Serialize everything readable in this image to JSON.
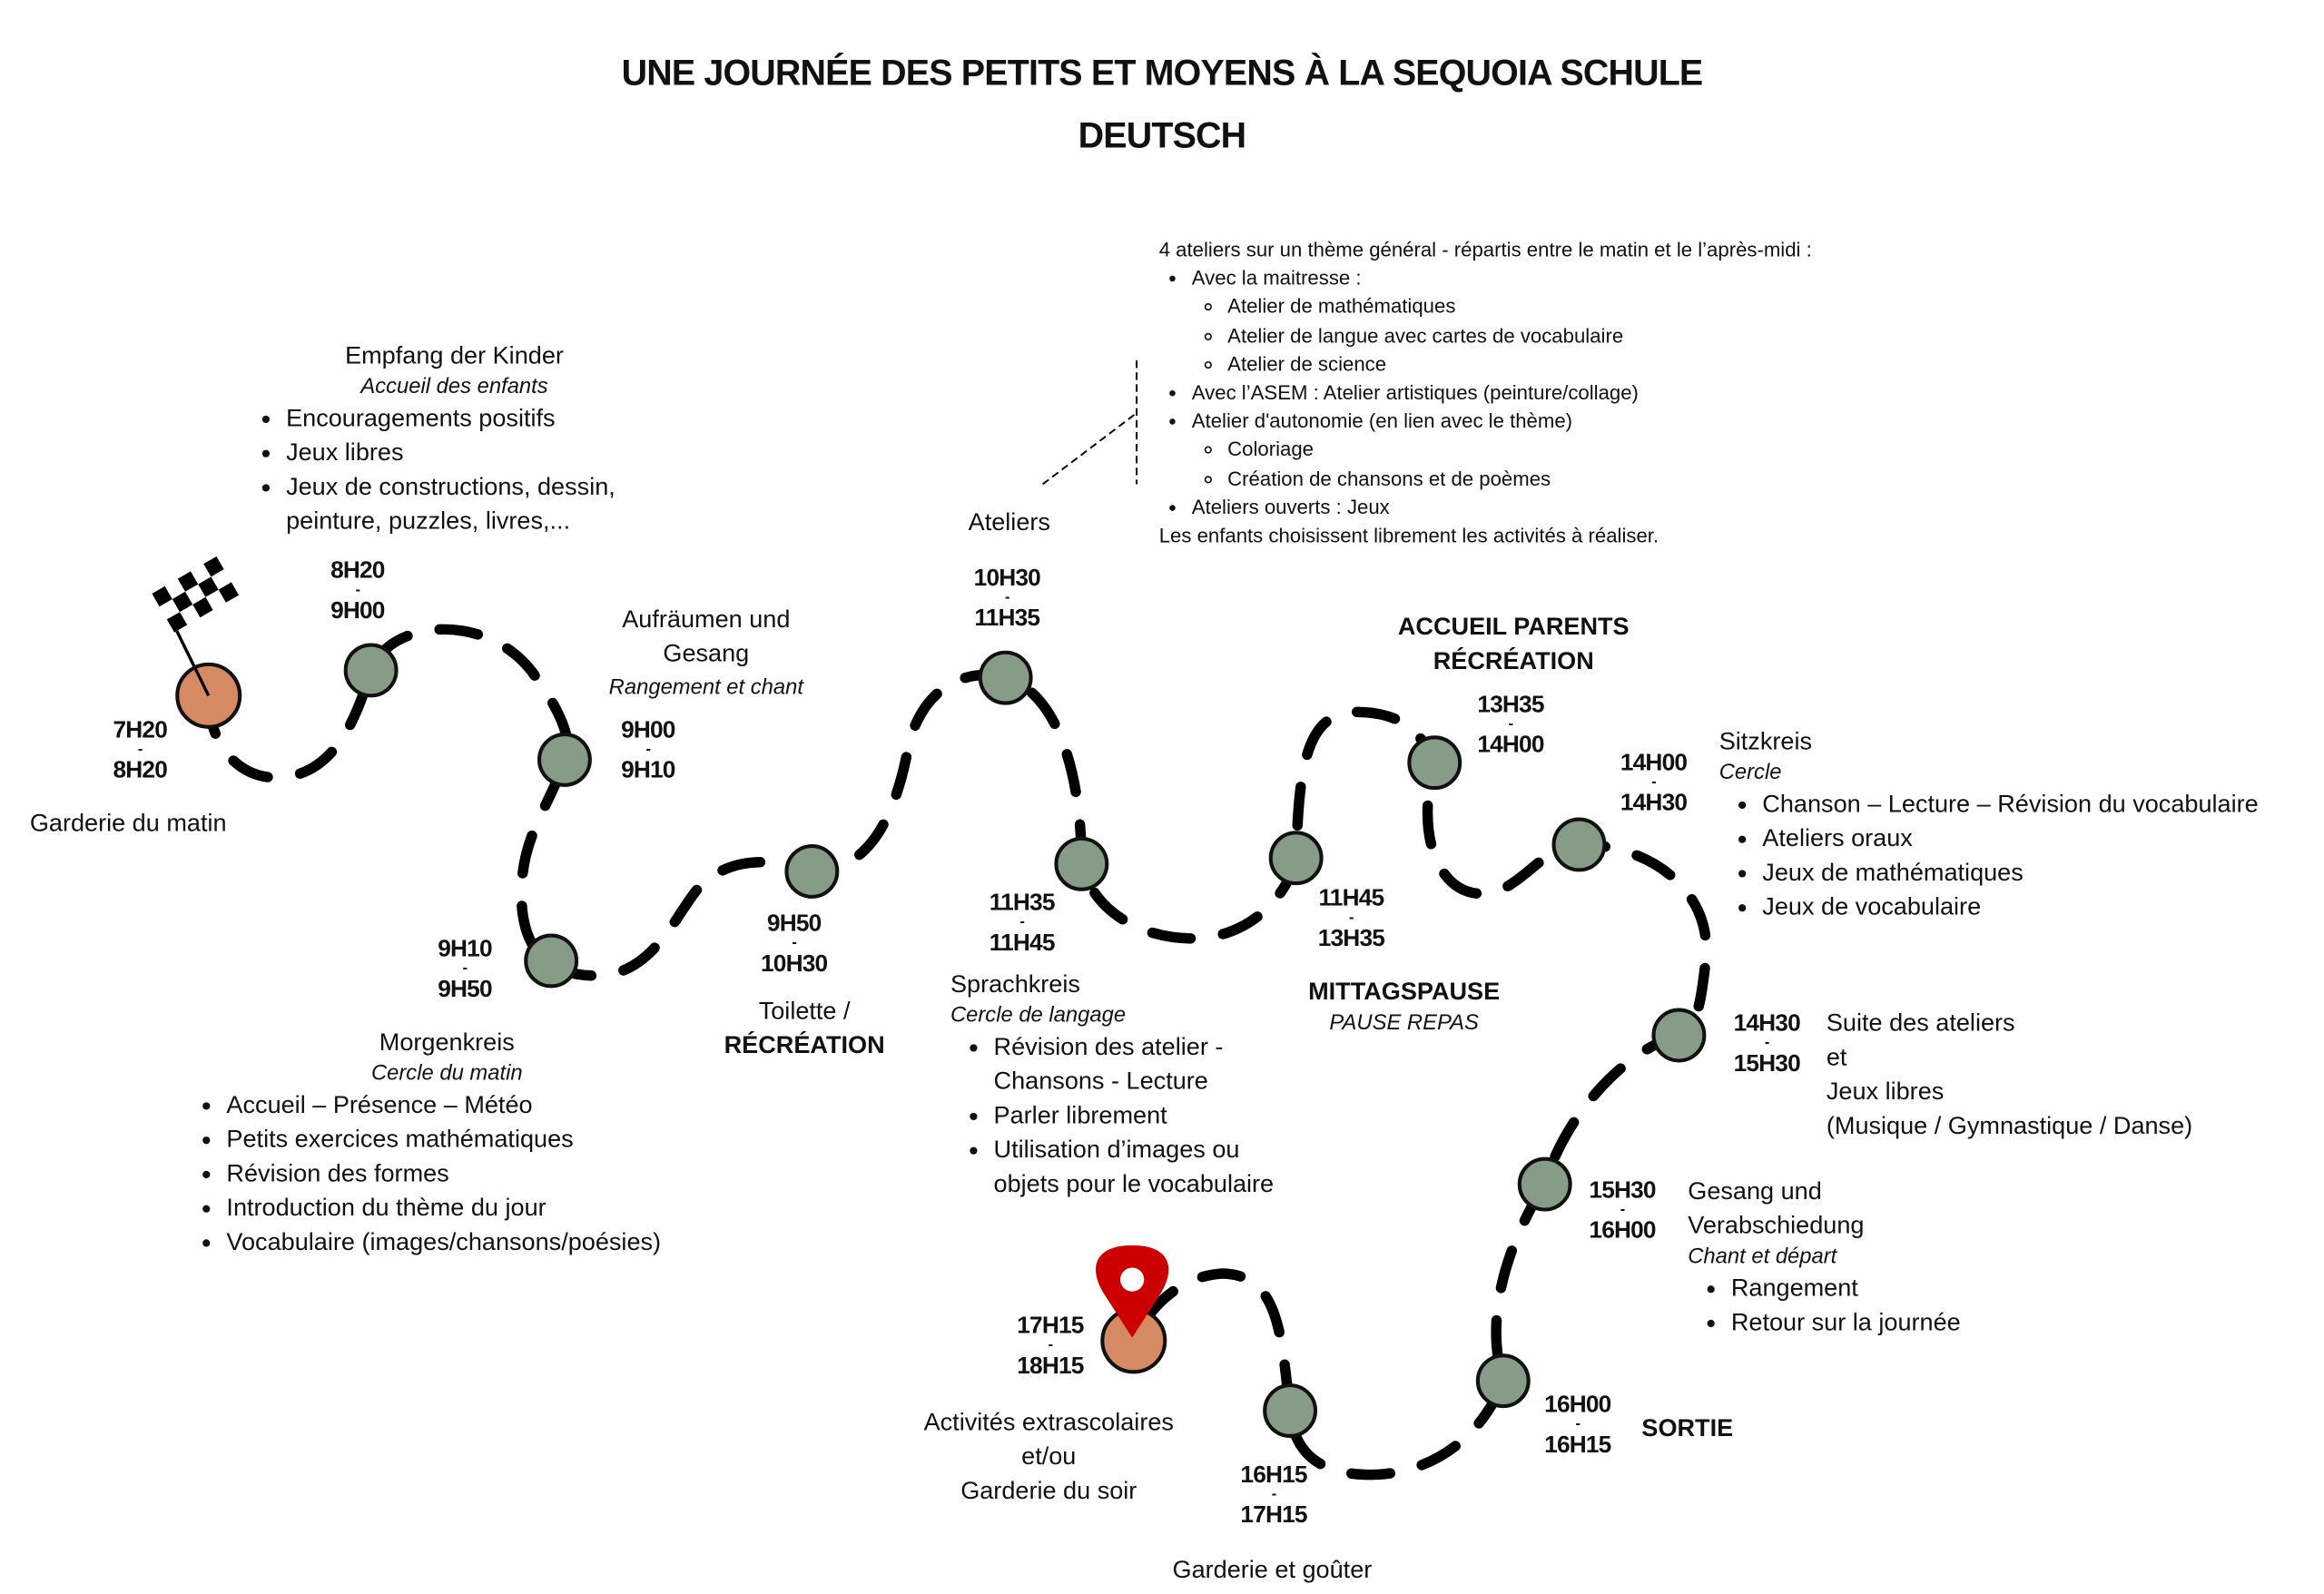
{
  "title": {
    "line1": "UNE JOURNÉE DES PETITS ET MOYENS À LA SEQUOIA SCHULE",
    "line2": "DEUTSCH"
  },
  "colors": {
    "node": "#869c87",
    "start_end": "#d58a64",
    "pin": "#cc0000",
    "path": "#000000"
  },
  "ateliers_note": {
    "intro": "4 ateliers sur un thème général - répartis entre le matin et le l’après-midi :",
    "items": [
      {
        "label": "Avec la maitresse :",
        "sub": [
          "Atelier de mathématiques",
          "Atelier de langue avec cartes de vocabulaire",
          "Atelier de science"
        ]
      },
      {
        "label": "Avec l’ASEM : Atelier artistiques (peinture/collage)"
      },
      {
        "label": "Atelier d'autonomie (en lien avec le thème)",
        "sub": [
          "Coloriage",
          "Création de chansons et de poèmes"
        ]
      },
      {
        "label": "Ateliers ouverts : Jeux"
      }
    ],
    "outro": "Les enfants choisissent librement les activités à réaliser."
  },
  "steps": {
    "garderie_matin": {
      "start": "7H20",
      "dash": "-",
      "end": "8H20",
      "label": "Garderie du matin"
    },
    "empfang": {
      "start": "8H20",
      "dash": "-",
      "end": "9H00",
      "title": "Empfang der Kinder",
      "subtitle": "Accueil des enfants",
      "bullets": [
        "Encouragements positifs",
        "Jeux libres",
        "Jeux de constructions, dessin, peinture, puzzles, livres,..."
      ]
    },
    "aufraeumen": {
      "start": "9H00",
      "dash": "-",
      "end": "9H10",
      "title1": "Aufräumen und",
      "title2": "Gesang",
      "subtitle": "Rangement et chant"
    },
    "morgenkreis": {
      "start": "9H10",
      "dash": "-",
      "end": "9H50",
      "title": "Morgenkreis",
      "subtitle": "Cercle du matin",
      "bullets": [
        "Accueil – Présence – Météo",
        "Petits exercices mathématiques",
        "Révision des formes",
        "Introduction du thème du jour",
        "Vocabulaire (images/chansons/poésies)"
      ]
    },
    "toilette": {
      "start": "9H50",
      "dash": "-",
      "end": "10H30",
      "title": "Toilette /",
      "title_bold": "RÉCRÉATION"
    },
    "ateliers": {
      "start": "10H30",
      "dash": "-",
      "end": "11H35",
      "title": "Ateliers"
    },
    "sprachkreis": {
      "start": "11H35",
      "dash": "-",
      "end": "11H45",
      "title": "Sprachkreis",
      "subtitle": "Cercle de langage",
      "bullets": [
        "Révision des atelier - Chansons - Lecture",
        "Parler librement",
        "Utilisation d’images ou objets pour le vocabulaire"
      ]
    },
    "mittagspause": {
      "start": "11H45",
      "dash": "-",
      "end": "13H35",
      "title": "MITTAGSPAUSE",
      "subtitle": "PAUSE REPAS"
    },
    "accueil_parents": {
      "start": "13H35",
      "dash": "-",
      "end": "14H00",
      "title1": "ACCUEIL PARENTS",
      "title2": "RÉCRÉATION"
    },
    "sitzkreis": {
      "start": "14H00",
      "dash": "-",
      "end": "14H30",
      "title": "Sitzkreis",
      "subtitle": "Cercle",
      "bullets": [
        "Chanson – Lecture – Révision du vocabulaire",
        "Ateliers oraux",
        "Jeux de mathématiques",
        "Jeux de vocabulaire"
      ]
    },
    "suite": {
      "start": "14H30",
      "dash": "-",
      "end": "15H30",
      "line1": "Suite des ateliers",
      "line2": "et",
      "line3": "Jeux libres",
      "line4": "(Musique / Gymnastique / Danse)"
    },
    "gesang": {
      "start": "15H30",
      "dash": "-",
      "end": "16H00",
      "title1": "Gesang und",
      "title2": "Verabschiedung",
      "subtitle": "Chant et départ",
      "bullets": [
        "Rangement",
        "Retour sur la journée"
      ]
    },
    "sortie": {
      "start": "16H00",
      "dash": "-",
      "end": "16H15",
      "title": "SORTIE"
    },
    "garderie_gouter": {
      "start": "16H15",
      "dash": "-",
      "end": "17H15",
      "title": "Garderie et goûter"
    },
    "extrascolaire": {
      "start": "17H15",
      "dash": "-",
      "end": "18H15",
      "line1": "Activités extrascolaires",
      "line2": "et/ou",
      "line3": "Garderie du soir"
    }
  }
}
